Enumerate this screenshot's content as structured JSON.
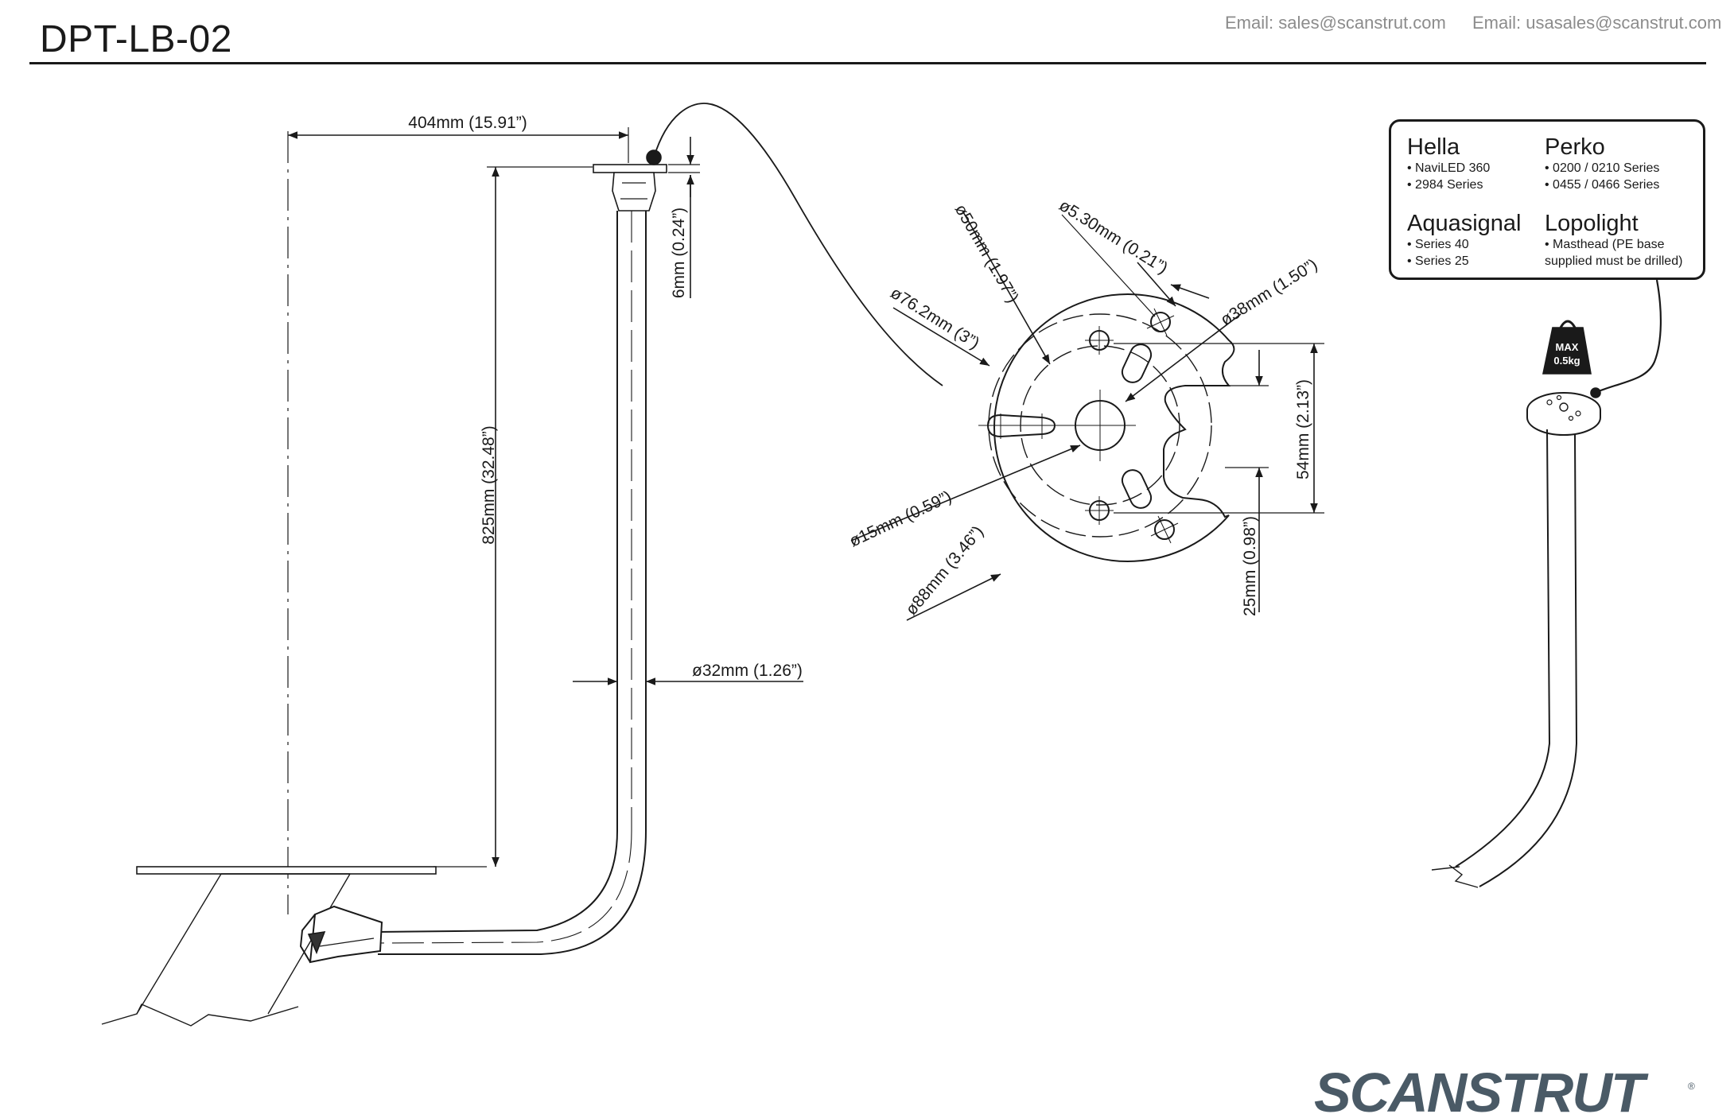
{
  "header": {
    "title": "DPT-LB-02",
    "email_sales": "Email: sales@scanstrut.com",
    "email_usasales": "Email: usasales@scanstrut.com"
  },
  "side_view_dims": {
    "width": "404mm (15.91”)",
    "height": "825mm (32.48”)",
    "plate_thickness": "6mm (0.24”)",
    "tube_diameter": "ø32mm (1.26”)"
  },
  "plate_dims": {
    "d50": "ø50mm (1.97”)",
    "d530": "ø5.30mm (0.21”)",
    "d762": "ø76.2mm (3”)",
    "d38": "ø38mm (1.50”)",
    "h54": "54mm (2.13”)",
    "d15": "ø15mm (0.59”)",
    "d88": "ø88mm (3.46”)",
    "h25": "25mm (0.98”)"
  },
  "compatibility": [
    {
      "name": "Hella",
      "items": [
        "• NaviLED 360",
        "• 2984 Series"
      ]
    },
    {
      "name": "Perko",
      "items": [
        "• 0200 / 0210 Series",
        "• 0455 / 0466 Series"
      ]
    },
    {
      "name": "Aquasignal",
      "items": [
        "• Series 40",
        "• Series 25"
      ]
    },
    {
      "name": "Lopolight",
      "items": [
        "• Masthead (PE base",
        "supplied must be drilled)"
      ]
    }
  ],
  "weight_badge": {
    "line1": "MAX",
    "line2": "0.5kg"
  },
  "brand": {
    "logo_text": "SCANSTRUT",
    "mark": "®",
    "color": "#4a5a66"
  }
}
